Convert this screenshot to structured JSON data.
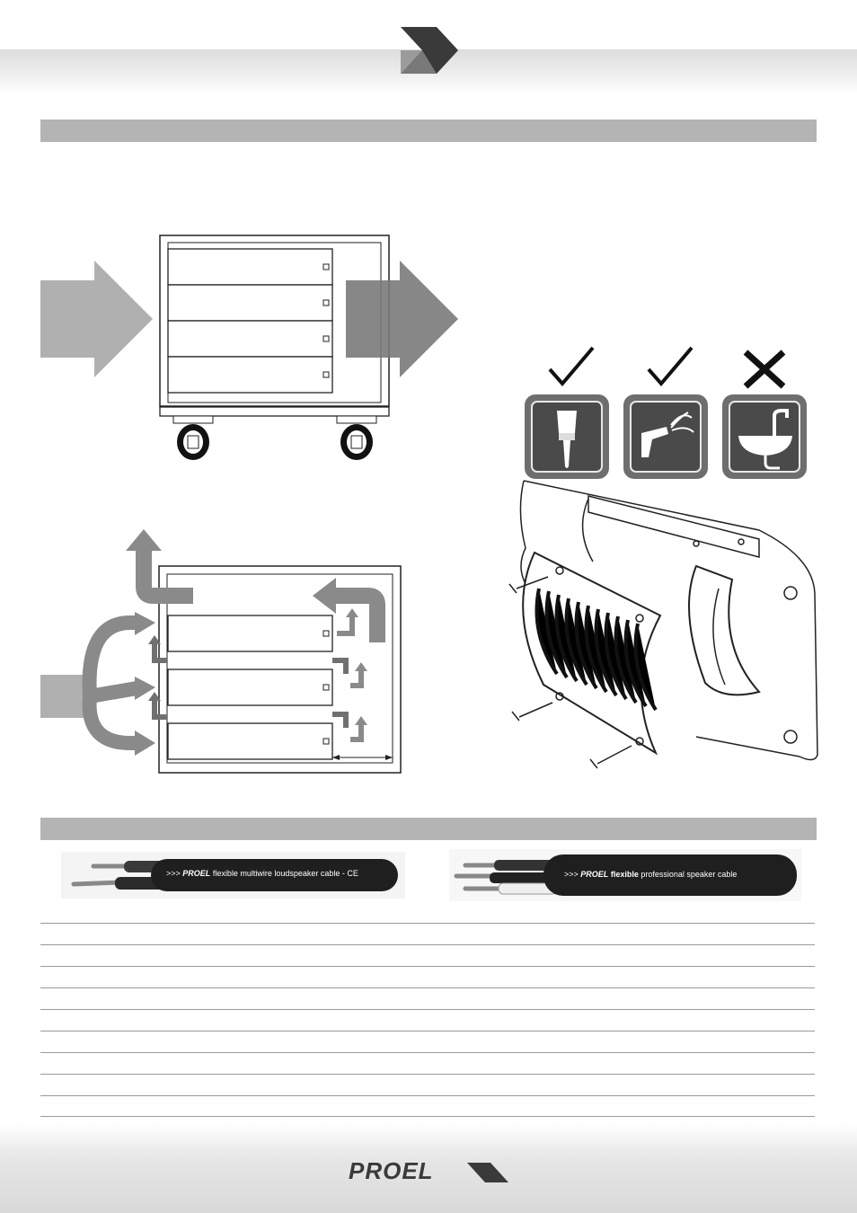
{
  "header": {
    "chevron_icon": "double-chevron-right-icon"
  },
  "cooling_section": {
    "intake_arrow_icon": "large-arrow-right-icon",
    "exhaust_arrow_icon": "large-arrow-right-icon",
    "rack_icon": "rack-cabinet-icon",
    "airflow_icon": "airflow-arrows-icon"
  },
  "cleaning_section": {
    "allowed_marks": [
      "check-icon",
      "check-icon"
    ],
    "forbidden_mark": "x-icon",
    "tools": [
      "paint-brush-icon",
      "compressed-air-icon",
      "sink-water-icon"
    ],
    "grille_icon": "amplifier-grille-icon",
    "colors": {
      "icon_frame": "#6e6e6e",
      "icon_bg": "#4a4a4a",
      "mark": "#111111"
    }
  },
  "cables_section": {
    "cable_1": {
      "prefix": ">>>",
      "brand": "PROEL",
      "text": "flexible multiwire loudspeaker cable -",
      "mark": "CE"
    },
    "cable_2": {
      "prefix": ">>>",
      "brand": "PROEL",
      "text_bold": "flexible",
      "text_rest": "professional speaker cable"
    }
  },
  "footer": {
    "logo_text": "PROEL"
  }
}
